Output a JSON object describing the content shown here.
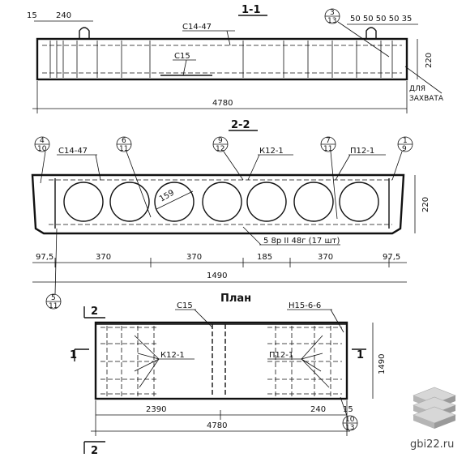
{
  "section_1_1": {
    "title": "1-1",
    "dim_left_15": "15",
    "dim_240": "240",
    "mark_c14_47": "С14-47",
    "mark_c15": "С15",
    "callout_3": "3",
    "callout_13": "13",
    "dims_right": "50 50 50 50 35",
    "dim_height": "220",
    "note_line1": "ДЛЯ",
    "note_line2": "ЗАХВАТА",
    "dim_length": "4780"
  },
  "section_2_2": {
    "title": "2-2",
    "callout_4_10": [
      "4",
      "10"
    ],
    "callout_6_11": [
      "6",
      "11"
    ],
    "callout_9_12": [
      "9",
      "12"
    ],
    "callout_7_11": [
      "7",
      "11"
    ],
    "callout_1_9": [
      "1",
      "9"
    ],
    "callout_5_11": [
      "5",
      "11"
    ],
    "mark_c14_47": "С14-47",
    "mark_k12_1": "К12-1",
    "mark_p12_1": "П12-1",
    "dim_diameter": "159",
    "dim_height": "220",
    "rebar_note": "5 8р II 48г (17 шт)",
    "dims_bottom": [
      "97,5",
      "370",
      "370",
      "185",
      "370",
      "97,5"
    ],
    "dim_total": "1490"
  },
  "plan": {
    "title": "План",
    "mark_c15": "С15",
    "mark_h15": "Н15-6-6",
    "mark_k12_1": "К12-1",
    "mark_p12_1": "П12-1",
    "section_mark_1": "1",
    "section_mark_2": "2",
    "dim_width": "1490",
    "dim_2390": "2390",
    "dim_240": "240",
    "dim_15": "15",
    "dim_total": "4780",
    "callout_10_13": [
      "10",
      "13"
    ]
  },
  "watermark": {
    "site": "gbi22.ru"
  }
}
